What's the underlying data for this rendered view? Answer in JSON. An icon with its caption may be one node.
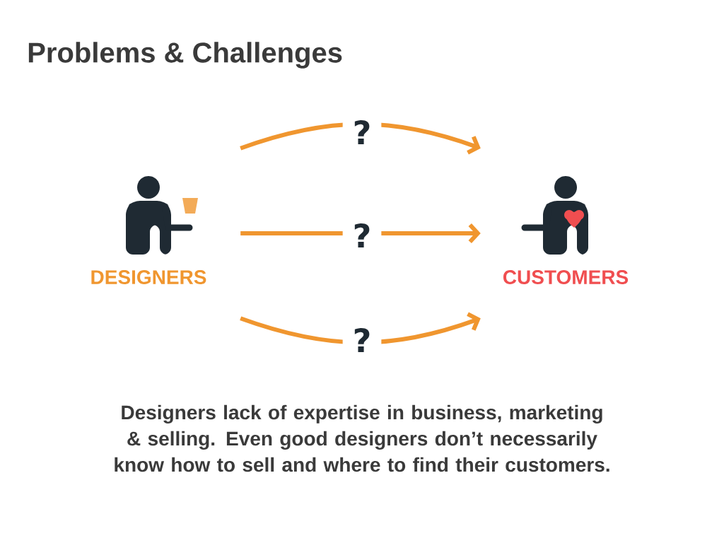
{
  "diagram": {
    "title": "Problems & Challenges",
    "nodes": [
      {
        "text": [
          "DESIGNERS"
        ]
      },
      {
        "text": [
          "CUSTOMERS"
        ]
      }
    ],
    "edges": [
      {
        "from": 0,
        "to": 1,
        "arrow": "to",
        "label": "?"
      },
      {
        "from": 0,
        "to": 1,
        "arrow": "to",
        "label": "?"
      },
      {
        "from": 0,
        "to": 1,
        "arrow": "to",
        "label": "?"
      }
    ],
    "labels": [
      "Designers lack of expertise in business, marketing & selling. Even good designers don’t necessarily know how to sell and where to find their customers."
    ]
  }
}
